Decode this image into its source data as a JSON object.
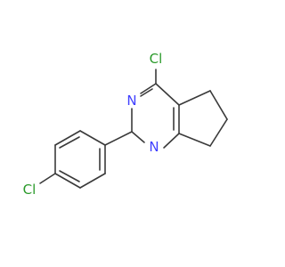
{
  "molecule": {
    "atoms": {
      "cl_top": {
        "label": "Cl",
        "color": "#2a9a2a"
      },
      "n_top": {
        "label": "N",
        "color": "#4040ff"
      },
      "n_bottom": {
        "label": "N",
        "color": "#4040ff"
      },
      "cl_left": {
        "label": "Cl",
        "color": "#2a9a2a"
      }
    },
    "bond_color": "#3a3a3a",
    "background": "#ffffff"
  }
}
